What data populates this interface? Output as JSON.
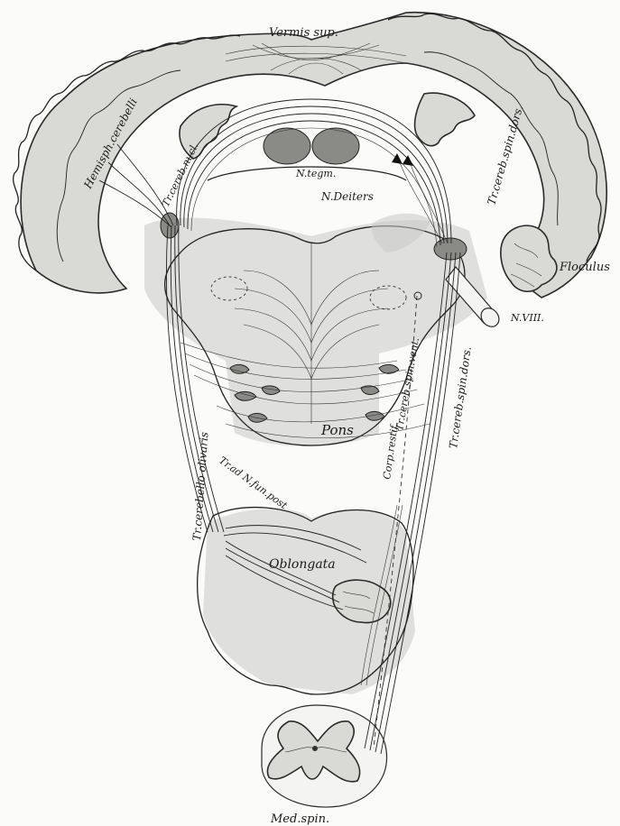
{
  "labels": {
    "vermis_sup": "Vermis sup.",
    "hemisph_cerebelli": "Hemisph.cerebelli",
    "tr_cereb_spin_dors_top": "Tr.cereb.spin.dors.",
    "tr_cereb_nucl": "Tr.cereb.nucl.",
    "n_tegm": "N.tegm.",
    "n_deiters": "N.Deiters",
    "flocculus": "Floculus",
    "n_viii": "N.VIII.",
    "tr_cereb_spin_vent": "Tr.cereb.spin.vent.",
    "tr_cereb_spin_dors": "Tr.cereb.spin.dors.",
    "pons": "Pons",
    "tr_cerebello_olivaris": "Tr.cerebello olivaris",
    "tr_ad_n_fun_post": "Tr.ad N.fun.post",
    "corp_restif": "Corp.restif.",
    "oblongata": "Oblongata",
    "med_spin": "Med.spin."
  }
}
